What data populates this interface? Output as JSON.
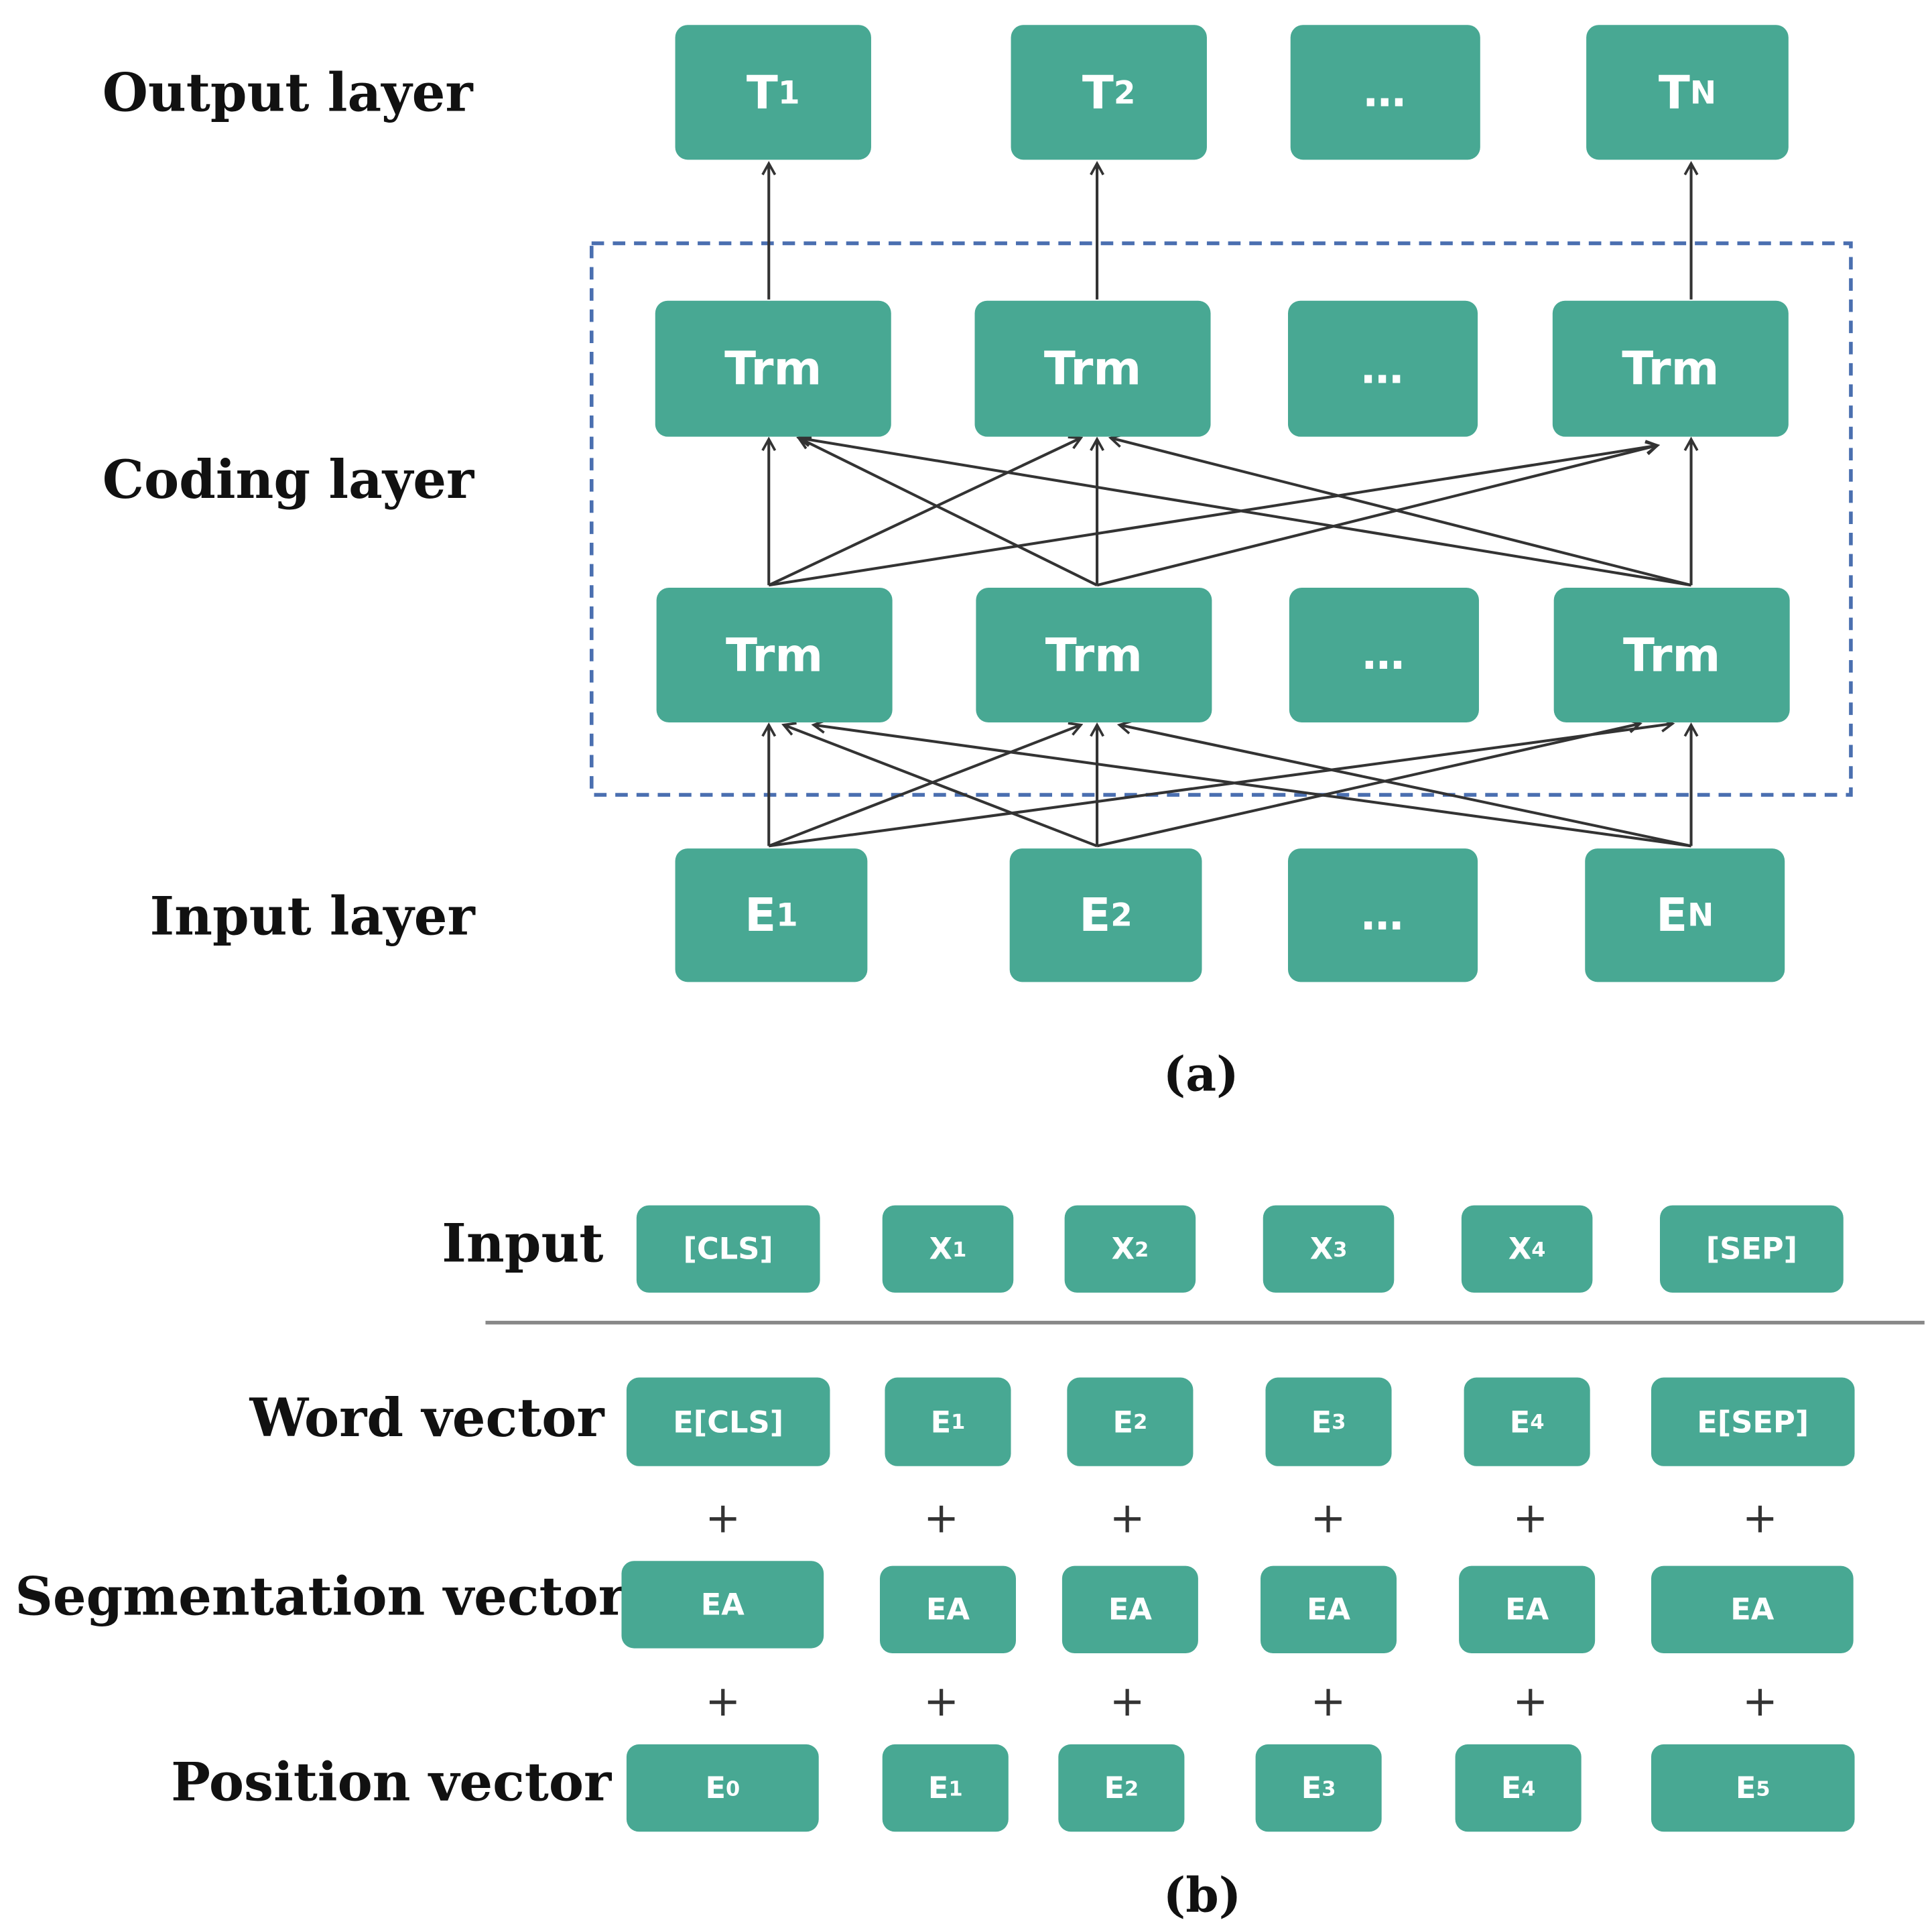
{
  "colors": {
    "box": "#48a893",
    "arrow": "#333333",
    "dashed_border": "#4a6fb0",
    "divider": "#888888"
  },
  "part_a": {
    "labels": {
      "output": "Output layer",
      "coding": "Coding layer",
      "input": "Input layer"
    },
    "output_boxes": [
      {
        "main": "T",
        "sub": "1"
      },
      {
        "main": "T",
        "sub": "2"
      },
      {
        "main": "…",
        "sub": ""
      },
      {
        "main": "T",
        "sub": "N"
      }
    ],
    "trm_row1": [
      "Trm",
      "Trm",
      "…",
      "Trm"
    ],
    "trm_row2": [
      "Trm",
      "Trm",
      "…",
      "Trm"
    ],
    "input_boxes": [
      {
        "main": "E",
        "sub": "1"
      },
      {
        "main": "E",
        "sub": "2"
      },
      {
        "main": "…",
        "sub": ""
      },
      {
        "main": "E",
        "sub": "N"
      }
    ],
    "caption": "(a)"
  },
  "part_b": {
    "labels": {
      "input": "Input",
      "word": "Word vector",
      "segmentation": "Segmentation vector",
      "position": "Position vector"
    },
    "input_tokens": [
      {
        "main": "[CLS]",
        "sub": ""
      },
      {
        "main": "X",
        "sub": "1"
      },
      {
        "main": "X",
        "sub": "2"
      },
      {
        "main": "X",
        "sub": "3"
      },
      {
        "main": "X",
        "sub": "4"
      },
      {
        "main": "[SEP]",
        "sub": ""
      }
    ],
    "word_vectors": [
      {
        "main": "E[CLS]",
        "sub": ""
      },
      {
        "main": "E",
        "sub": "1"
      },
      {
        "main": "E",
        "sub": "2"
      },
      {
        "main": "E",
        "sub": "3"
      },
      {
        "main": "E",
        "sub": "4"
      },
      {
        "main": "E[SEP]",
        "sub": ""
      }
    ],
    "segmentation_vectors": [
      "EA",
      "EA",
      "EA",
      "EA",
      "EA",
      "EA"
    ],
    "position_vectors": [
      {
        "main": "E",
        "sub": "0"
      },
      {
        "main": "E",
        "sub": "1"
      },
      {
        "main": "E",
        "sub": "2"
      },
      {
        "main": "E",
        "sub": "3"
      },
      {
        "main": "E",
        "sub": "4"
      },
      {
        "main": "E",
        "sub": "5"
      }
    ],
    "plus_sign": "+",
    "caption": "(b)"
  }
}
